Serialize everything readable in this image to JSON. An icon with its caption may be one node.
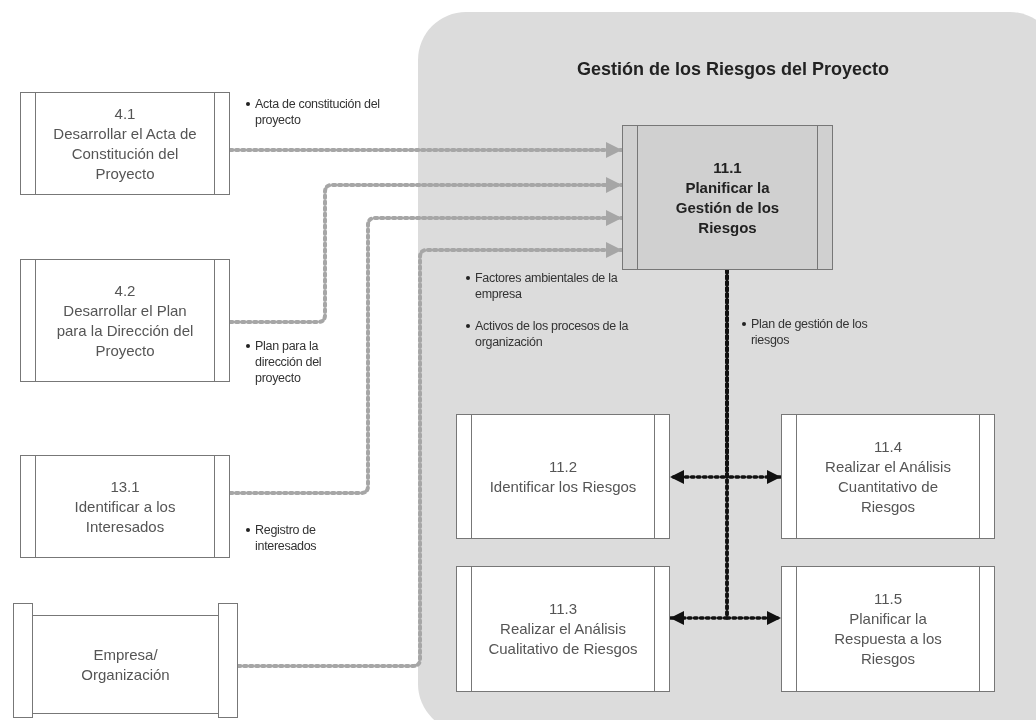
{
  "diagram": {
    "nodes": [
      {
        "text": [
          "Gestión de los Riesgos del Proyecto"
        ]
      },
      {
        "text": [
          "4.1",
          "Desarrollar el Acta de Constitución del Proyecto"
        ]
      },
      {
        "text": [
          "4.2",
          "Desarrollar el Plan para la Dirección del Proyecto"
        ]
      },
      {
        "text": [
          "13.1",
          "Identificar a los Interesados"
        ]
      },
      {
        "text": [
          "Empresa/ Organización"
        ]
      },
      {
        "text": [
          "11.1",
          "Planificar la Gestión de los Riesgos"
        ],
        "in": 0
      },
      {
        "text": [
          "11.2",
          "Identificar los Riesgos"
        ],
        "in": 0
      },
      {
        "text": [
          "11.3",
          "Realizar el Análisis Cualitativo de Riesgos"
        ],
        "in": 0
      },
      {
        "text": [
          "11.4",
          "Realizar el Análisis Cuantitativo de Riesgos"
        ],
        "in": 0
      },
      {
        "text": [
          "11.5",
          "Planificar la Respuesta a los Riesgos"
        ],
        "in": 0
      }
    ],
    "edges": [
      {
        "from": 1,
        "to": 5,
        "arrow": "to",
        "label": "Acta de constitución del proyecto",
        "style": "dashed",
        "color": "#a6a6a6"
      },
      {
        "from": 2,
        "to": 5,
        "arrow": "to",
        "label": "Plan para la dirección del proyecto",
        "style": "dashed",
        "color": "#a6a6a6"
      },
      {
        "from": 3,
        "to": 5,
        "arrow": "to",
        "label": "Registro de interesados",
        "style": "dashed",
        "color": "#a6a6a6"
      },
      {
        "from": 4,
        "to": 5,
        "arrow": "to",
        "label": "Factores ambientales de la empresa",
        "style": "dashed",
        "color": "#a6a6a6"
      },
      {
        "from": 5,
        "to": 6,
        "arrow": "to",
        "label": "Plan de gestión de los riesgos",
        "style": "dashed",
        "color": "#111111"
      },
      {
        "from": 5,
        "to": 8,
        "arrow": "to",
        "style": "dashed",
        "color": "#111111"
      },
      {
        "from": 5,
        "to": 7,
        "arrow": "to",
        "style": "dashed",
        "color": "#111111"
      },
      {
        "from": 5,
        "to": 9,
        "arrow": "to",
        "style": "dashed",
        "color": "#111111"
      }
    ],
    "labels": [
      "Activos de los procesos de la organización"
    ]
  }
}
